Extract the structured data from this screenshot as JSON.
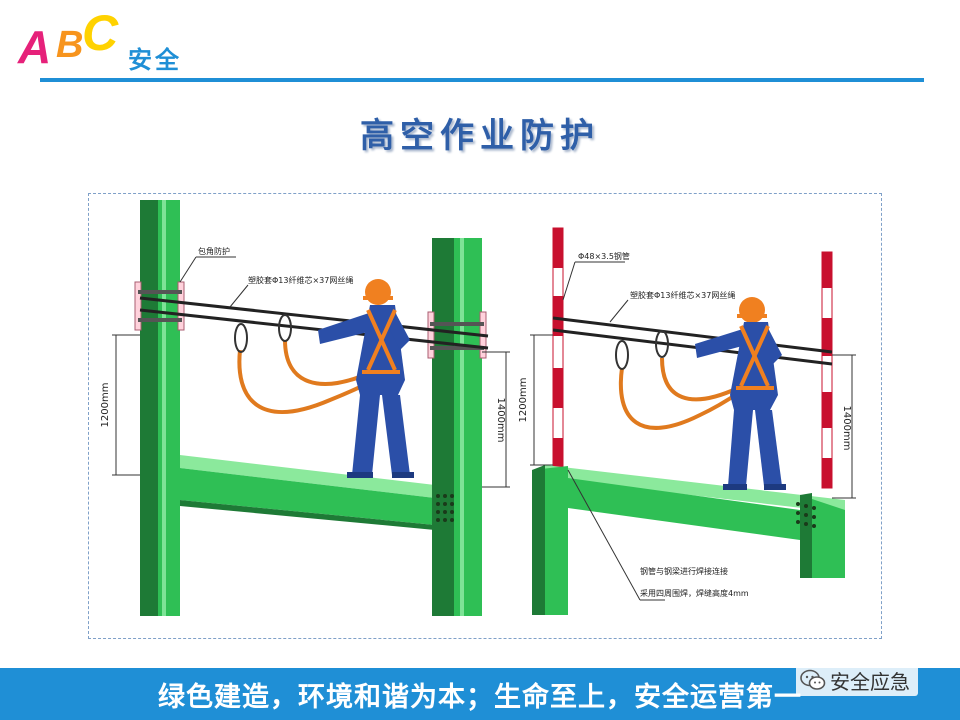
{
  "logo": {
    "a": "A",
    "b": "B",
    "c": "C",
    "text": "安全"
  },
  "title": "高空作业防护",
  "left_diagram": {
    "corner_label": "包角防护",
    "rope_label": "塑胶套Φ13纤维芯×37网丝绳",
    "dim_left": "1200mm",
    "dim_right": "1400mm"
  },
  "right_diagram": {
    "pipe_label": "Φ48×3.5钢管",
    "rope_label": "塑胶套Φ13纤维芯×37网丝绳",
    "dim_left": "1200mm",
    "dim_right": "1400mm",
    "note_line1": "钢管与钢梁进行焊接连接",
    "note_line2": "采用四周围焊，焊缝高度4mm"
  },
  "slogan": "绿色建造，环境和谐为本；生命至上，安全运营第一",
  "watermark": {
    "text": "安全应急",
    "icon": "wechat-icon"
  },
  "colors": {
    "accent": "#1f8fd6",
    "title": "#2f5fa8",
    "steel": "#2fbf55",
    "worker": "#2b4fa8",
    "harness": "#f08020"
  }
}
